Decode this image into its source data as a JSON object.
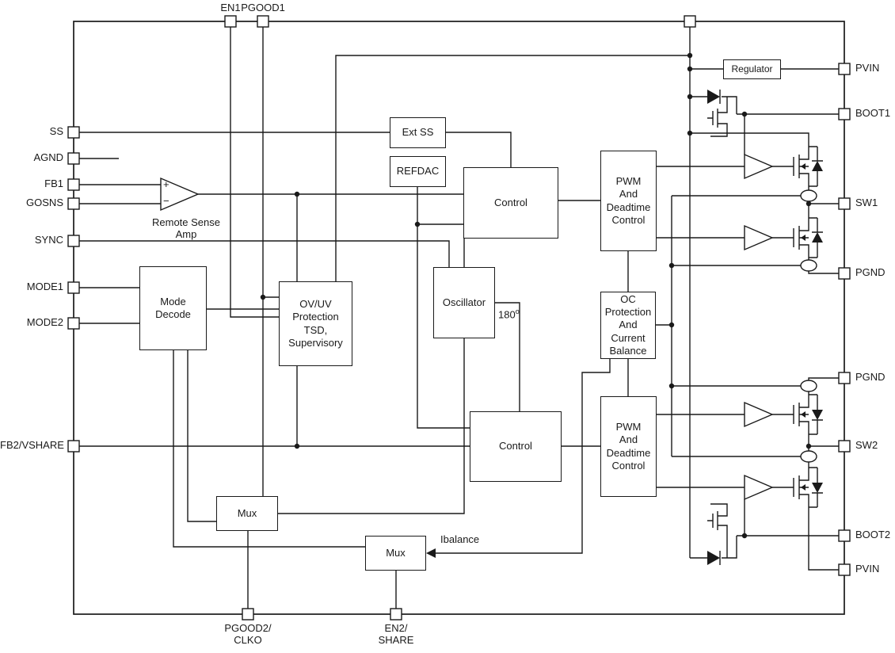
{
  "pins": {
    "left": [
      "SS",
      "AGND",
      "FB1",
      "GOSNS",
      "SYNC",
      "MODE1",
      "MODE2",
      "FB2/VSHARE"
    ],
    "top": [
      "EN1",
      "PGOOD1"
    ],
    "right": [
      "PVIN",
      "BOOT1",
      "SW1",
      "PGND",
      "PGND",
      "SW2",
      "BOOT2",
      "PVIN"
    ],
    "bottom": [
      "PGOOD2/\nCLKO",
      "EN2/\nSHARE"
    ]
  },
  "blocks": {
    "ext_ss": "Ext SS",
    "refdac": "REFDAC",
    "control1": "Control",
    "pwm1": "PWM\nAnd\nDeadtime\nControl",
    "mode_decode": "Mode\nDecode",
    "ovuv": "OV/UV\nProtection\nTSD,\nSupervisory",
    "oscillator": "Oscillator",
    "oc": "OC\nProtection\nAnd\nCurrent\nBalance",
    "control2": "Control",
    "pwm2": "PWM\nAnd\nDeadtime\nControl",
    "mux1": "Mux",
    "mux2": "Mux",
    "regulator": "Regulator"
  },
  "labels": {
    "remote_sense_amp": "Remote Sense\nAmp",
    "ibalance": "Ibalance",
    "phase_shift_base": "180",
    "phase_shift_sup": "o",
    "opamp_plus": "+",
    "opamp_minus": "−"
  },
  "colors": {
    "line": "#1a1a1a",
    "background": "#ffffff"
  }
}
